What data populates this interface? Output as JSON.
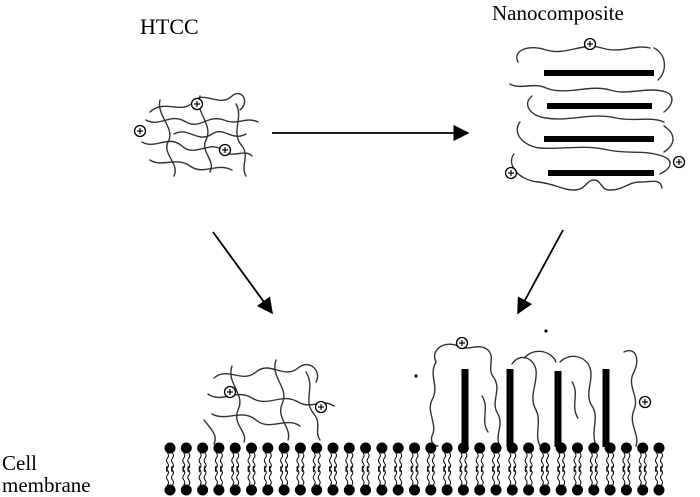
{
  "labels": {
    "htcc": "HTCC",
    "nanocomposite": "Nanocomposite",
    "cell_line1": "Cell",
    "cell_line2": "membrane"
  },
  "colors": {
    "ink": "#000000",
    "chain": "#333333",
    "background": "#ffffff"
  },
  "icons": {
    "charge": "plus-in-circle-icon"
  }
}
